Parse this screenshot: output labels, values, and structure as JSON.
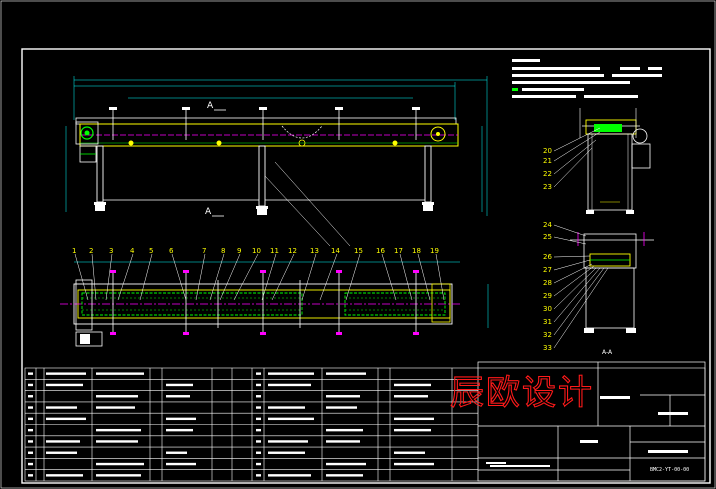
{
  "drawing": {
    "watermark": "辰欧设计",
    "section_view_label": "A-A",
    "section_marker": "A",
    "drawing_number": "BMC2-YT-00-00",
    "part_callouts_top": [
      "1",
      "2",
      "3",
      "4",
      "5",
      "6",
      "7",
      "8",
      "9",
      "10",
      "11",
      "12",
      "13",
      "14",
      "15",
      "16",
      "17",
      "18",
      "19"
    ],
    "part_callouts_side_a": [
      "20",
      "21",
      "22",
      "23"
    ],
    "part_callouts_side_b": [
      "24",
      "25",
      "26",
      "27",
      "28",
      "29",
      "30",
      "31",
      "32",
      "33"
    ]
  },
  "colors": {
    "background": "#000000",
    "frame": "#ffffff",
    "outline": "#ffff00",
    "chain": "#00ff00",
    "center": "#ff00ff",
    "dims": "#00ffff",
    "watermark": "#ff1a1a"
  }
}
